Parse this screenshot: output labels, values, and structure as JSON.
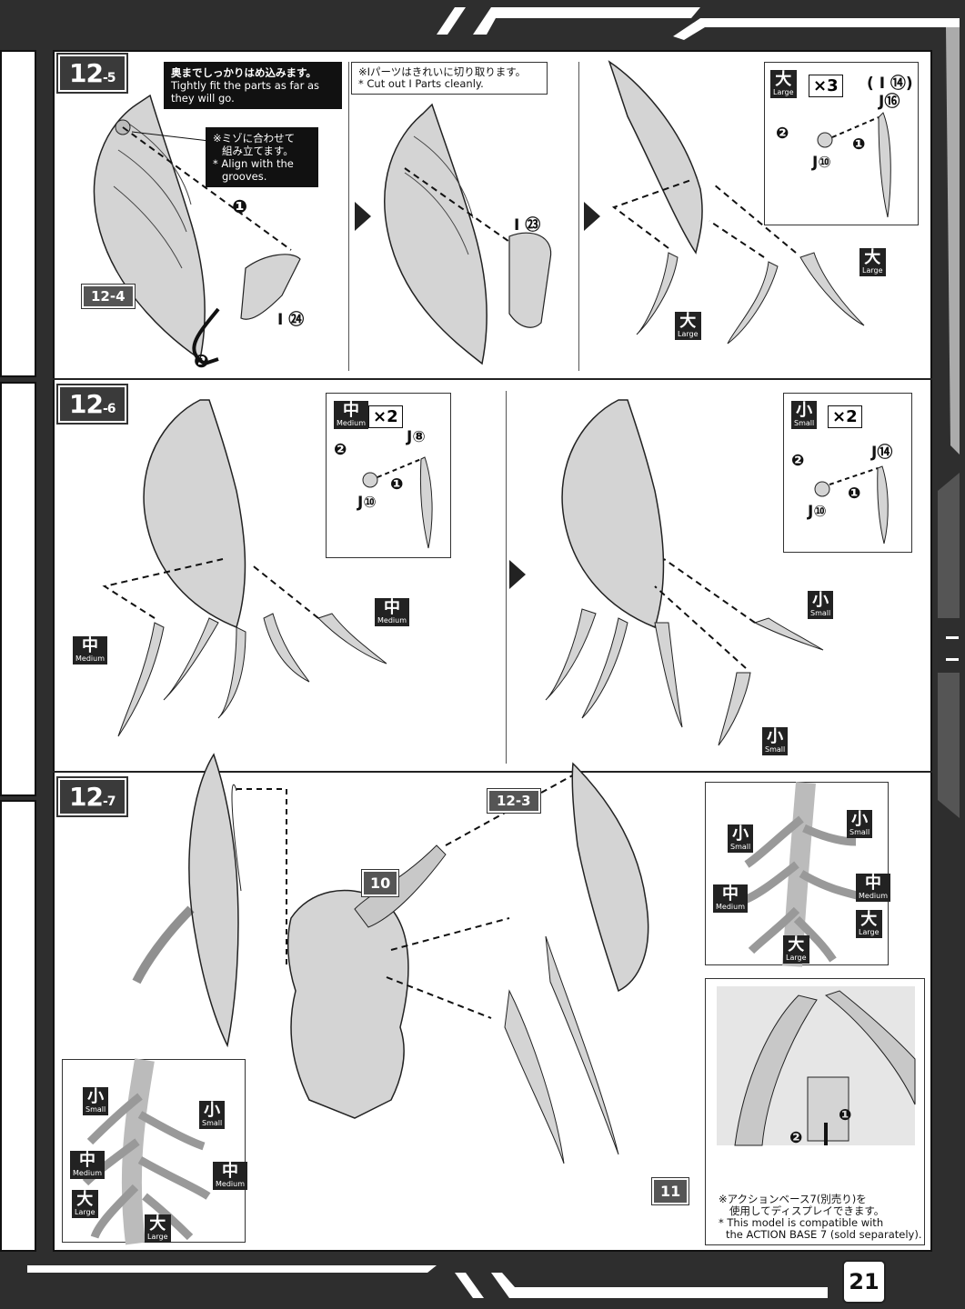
{
  "page": {
    "number": "21"
  },
  "steps": {
    "s125": {
      "step": "12",
      "sub": "-5"
    },
    "s126": {
      "step": "12",
      "sub": "-6"
    },
    "s127": {
      "step": "12",
      "sub": "-7"
    }
  },
  "notes": {
    "fit_jp": "奥までしっかりはめ込みます。",
    "fit_en1": "Tightly fit the parts as far as",
    "fit_en2": "they will go.",
    "cut_jp": "※Iパーツはきれいに切り取ります。",
    "cut_en": "* Cut out I Parts cleanly.",
    "groove_jp1": "※ミゾに合わせて",
    "groove_jp2": "組み立てます。",
    "groove_en1": "* Align with the",
    "groove_en2": "grooves.",
    "base_jp1": "※アクションベース7(別売り)を",
    "base_jp2": "使用してディスプレイできます。",
    "base_en1": "* This model is compatible with",
    "base_en2": "the ACTION BASE 7 (sold separately)."
  },
  "refs": {
    "r124": "12-4",
    "r123": "12-3",
    "p10": "10",
    "p11": "11"
  },
  "parts": {
    "i24": "I ㉔",
    "i23": "I ㉓",
    "i14j16": "( I ⑭)",
    "j16": "J⑯",
    "j10": "J⑩",
    "j8": "J⑧",
    "j14": "J⑭",
    "step1": "❶",
    "step2": "❷"
  },
  "sizes": {
    "large_k": "大",
    "large_e": "Large",
    "medium_k": "中",
    "medium_e": "Medium",
    "small_k": "小",
    "small_e": "Small"
  },
  "multipliers": {
    "x3": "×3",
    "x2": "×2"
  },
  "colors": {
    "frame": "#2e2e2e",
    "panel": "#ffffff",
    "ink": "#111111",
    "part_fill": "#d4d4d4"
  }
}
